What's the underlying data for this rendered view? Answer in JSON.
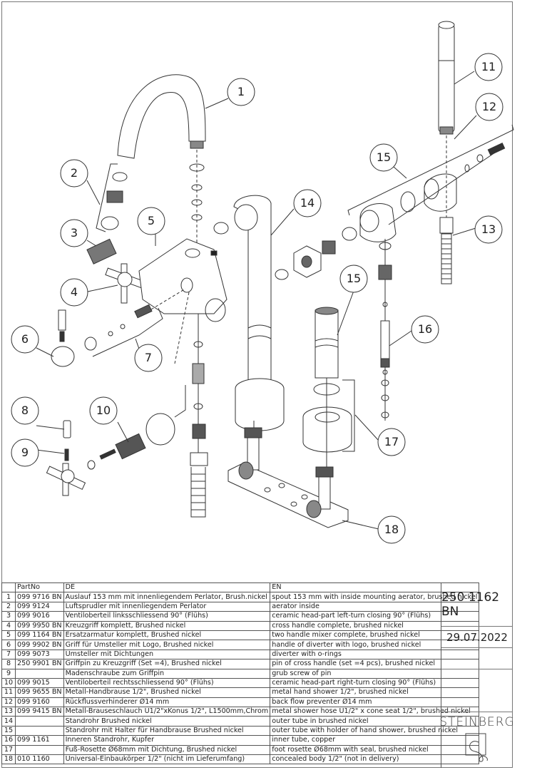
{
  "drawing": {
    "callouts": [
      "1",
      "2",
      "3",
      "4",
      "5",
      "6",
      "7",
      "8",
      "9",
      "10",
      "11",
      "12",
      "13",
      "14",
      "15",
      "15",
      "16",
      "17",
      "18"
    ]
  },
  "table": {
    "headers": {
      "index": "",
      "part_no": "PartNo",
      "de": "DE",
      "en": "EN"
    },
    "rows": [
      {
        "n": "1",
        "part_no": "099 9716 BN",
        "de": "Auslauf 153 mm mit innenliegendem Perlator, Brush.nickel",
        "en": "spout 153 mm with inside mounting aerator, brushed nickel"
      },
      {
        "n": "2",
        "part_no": "099 9124",
        "de": "Luftsprudler mit innenliegendem Perlator",
        "en": "aerator inside"
      },
      {
        "n": "3",
        "part_no": "099 9016",
        "de": "Ventiloberteil linksschliessend 90° (Flühs)",
        "en": "ceramic head-part left-turn closing 90° (Flühs)"
      },
      {
        "n": "4",
        "part_no": "099 9950 BN",
        "de": "Kreuzgriff komplett, Brushed nickel",
        "en": "cross handle complete, brushed nickel"
      },
      {
        "n": "5",
        "part_no": "099 1164 BN",
        "de": "Ersatzarmatur komplett, Brushed nickel",
        "en": "two handle mixer complete, brushed nickel"
      },
      {
        "n": "6",
        "part_no": "099 9902 BN",
        "de": "Griff für Umsteller mit Logo, Brushed nickel",
        "en": "handle of diverter with logo, brushed nickel"
      },
      {
        "n": "7",
        "part_no": "099 9073",
        "de": "Umsteller mit Dichtungen",
        "en": "diverter with o-rings"
      },
      {
        "n": "8",
        "part_no": "250 9901 BN",
        "de": "Griffpin zu Kreuzgriff (Set =4), Brushed nickel",
        "en": "pin of cross handle (set =4 pcs), brushed nickel"
      },
      {
        "n": "9",
        "part_no": "",
        "de": "Madenschraube zum Griffpin",
        "en": "grub screw of pin"
      },
      {
        "n": "10",
        "part_no": "099 9015",
        "de": "Ventiloberteil rechtsschliessend 90° (Flühs)",
        "en": "ceramic head-part right-turn closing 90° (Flühs)"
      },
      {
        "n": "11",
        "part_no": "099 9655 BN",
        "de": "Metall-Handbrause 1/2\", Brushed nickel",
        "en": "metal hand shower 1/2\", brushed nickel"
      },
      {
        "n": "12",
        "part_no": "099 9160",
        "de": "Rückflussverhinderer Ø14 mm",
        "en": "back flow preventer Ø14 mm"
      },
      {
        "n": "13",
        "part_no": "099 9415 BN",
        "de": "Metall-Brauseschlauch Ü1/2\"xKonus 1/2\", L1500mm,Chrom",
        "en": "metal shower hose Ü1/2\" x cone seat 1/2\", brushed nickel"
      },
      {
        "n": "14",
        "part_no": "",
        "de": "Standrohr Brushed nickel",
        "en": "outer tube in brushed nickel"
      },
      {
        "n": "15",
        "part_no": "",
        "de": "Standrohr mit Halter für Handbrause Brushed nickel",
        "en": "outer tube with holder of hand shower, brushed nickel"
      },
      {
        "n": "16",
        "part_no": "099 1161",
        "de": "Inneren Standrohr, Kupfer",
        "en": "inner tube, copper"
      },
      {
        "n": "17",
        "part_no": "",
        "de": "Fuß-Rosette Ø68mm mit Dichtung, Brushed nickel",
        "en": "foot rosette Ø68mm with seal, brushed nickel"
      },
      {
        "n": "18",
        "part_no": "010 1160",
        "de": "Universal-Einbaukörper 1/2\" (nicht im Lieferumfang)",
        "en": "concealed body 1/2\" (not in delivery)"
      }
    ]
  },
  "title_block": {
    "product_number": "250 1162 BN",
    "date": "29.07.2022",
    "brand": "STEINBERG"
  },
  "colors": {
    "line": "#333333",
    "border": "#777777",
    "fill_dark": "#444444"
  }
}
